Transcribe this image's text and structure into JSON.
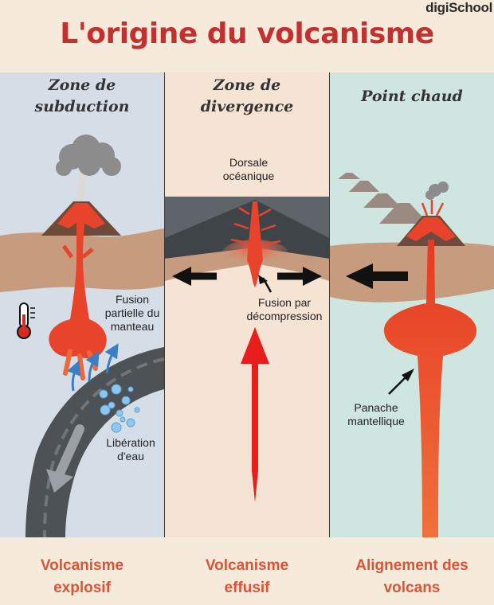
{
  "brand": "digiSchool",
  "title": "L'origine du volcanisme",
  "columns": [
    {
      "title_line1": "Zone de",
      "title_line2": "subduction",
      "label_fusion_1": "Fusion",
      "label_fusion_2": "partielle du",
      "label_fusion_3": "manteau",
      "label_water_1": "Libération",
      "label_water_2": "d'eau",
      "bottom_1": "Volcanisme",
      "bottom_2": "explosif"
    },
    {
      "title_line1": "Zone de",
      "title_line2": "divergence",
      "label_ridge_1": "Dorsale",
      "label_ridge_2": "océanique",
      "label_fusion_1": "Fusion par",
      "label_fusion_2": "décompression",
      "bottom_1": "Volcanisme",
      "bottom_2": "effusif"
    },
    {
      "title": "Point chaud",
      "label_plume_1": "Panache",
      "label_plume_2": "mantellique",
      "bottom_1": "Alignement des",
      "bottom_2": "volcans"
    }
  ],
  "icons": [
    "thermometer-icon",
    "bubbles-icon",
    "arrow-left-icon",
    "arrow-right-icon",
    "arrow-up-icon",
    "arrow-down-icon"
  ],
  "colors": {
    "title": "#c33030",
    "bottom_text": "#d8553a",
    "magma": "#e8432b",
    "crust": "#c79b7e",
    "slab": "#4d5257"
  }
}
